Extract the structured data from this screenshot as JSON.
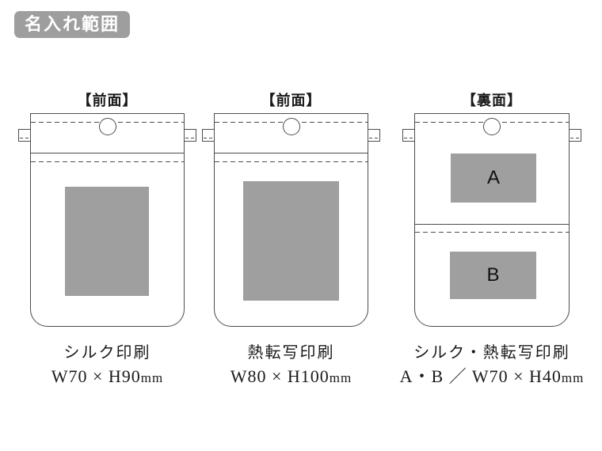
{
  "header": {
    "badge_label": "名入れ範囲"
  },
  "colors": {
    "badge_bg": "#9e9e9e",
    "badge_text": "#ffffff",
    "print_area_fill": "#9f9f9f",
    "outline": "#4d4d4d",
    "text": "#1a1a1a"
  },
  "bags": [
    {
      "view_label": "【前面】",
      "caption_method": "シルク印刷",
      "caption_size": "W70 × H90",
      "caption_unit": "mm"
    },
    {
      "view_label": "【前面】",
      "caption_method": "熱転写印刷",
      "caption_size": "W80 × H100",
      "caption_unit": "mm"
    },
    {
      "view_label": "【裏面】",
      "caption_method": "シルク・熱転写印刷",
      "caption_size": "A・B ／ W70 × H40",
      "caption_unit": "mm",
      "area_labels": [
        "A",
        "B"
      ]
    }
  ]
}
